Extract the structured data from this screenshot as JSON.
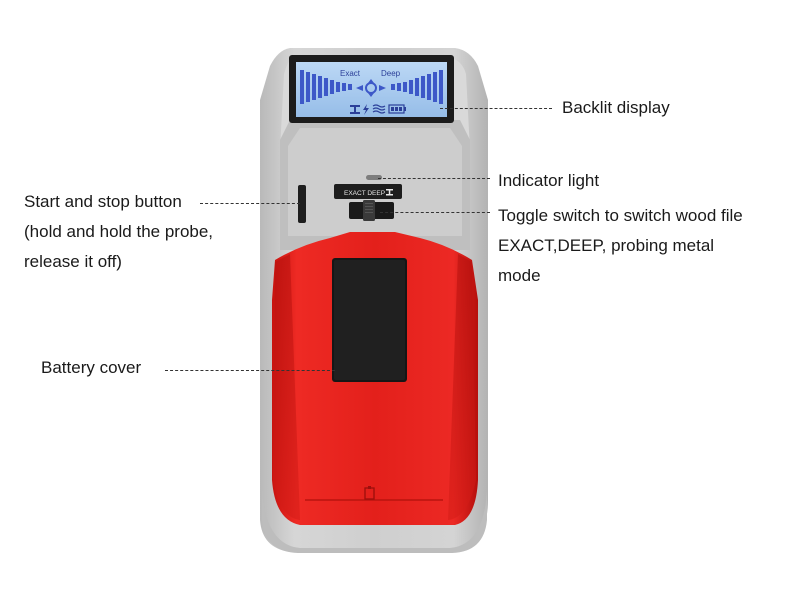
{
  "display": {
    "mode_exact": "Exact",
    "mode_deep": "Deep"
  },
  "switch_panel": {
    "label": "EXACT DEEP"
  },
  "callouts": {
    "backlit_display": "Backlit display",
    "indicator_light": "Indicator light",
    "toggle_switch": "Toggle switch to switch wood file\nEXACT,DEEP, probing metal\nmode",
    "start_stop_button": "Start and stop button\n(hold and hold the probe,\nrelease it off)",
    "battery_cover": "Battery cover"
  },
  "colors": {
    "body_grey": "#c9c9c9",
    "body_red": "#e8231e",
    "screen_blue": "#a9cbee",
    "bar_blue": "#3d58c8"
  },
  "icons": [
    "stud-icon",
    "lightning-icon",
    "metal-icon",
    "battery-icon",
    "crosshair-icon"
  ]
}
